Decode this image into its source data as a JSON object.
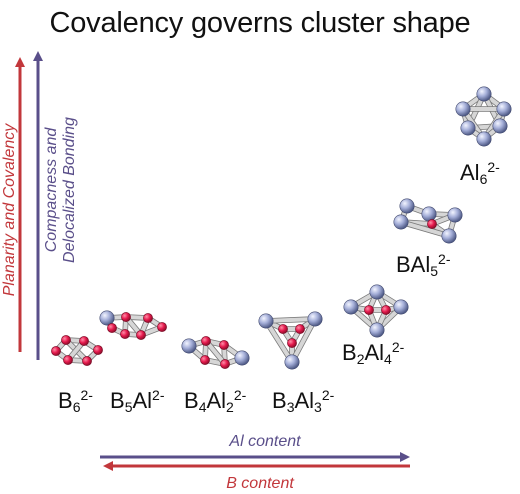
{
  "title": "Covalency governs cluster shape",
  "colors": {
    "red": "#c2373b",
    "blue": "#5a4f8a",
    "boron": "#e5194d",
    "aluminum": "#9aa5d0",
    "bond": "#c9c9c9"
  },
  "vertical_arrows": {
    "red_label": "Planarity and Covalency",
    "blue_label_line1": "Compacness and",
    "blue_label_line2": "Delocalized Bonding"
  },
  "horizontal_arrows": {
    "al_content": "Al content",
    "b_content": "B content"
  },
  "clusters": [
    {
      "id": "B6",
      "parts": [
        [
          "B",
          "base"
        ],
        [
          "6",
          "sub"
        ],
        [
          "2-",
          "sup"
        ]
      ]
    },
    {
      "id": "B5Al",
      "parts": [
        [
          "B",
          "base"
        ],
        [
          "5",
          "sub"
        ],
        [
          "Al",
          "base"
        ],
        [
          "2-",
          "sup"
        ]
      ]
    },
    {
      "id": "B4Al2",
      "parts": [
        [
          "B",
          "base"
        ],
        [
          "4",
          "sub"
        ],
        [
          "Al",
          "base"
        ],
        [
          "2",
          "sub"
        ],
        [
          "2-",
          "sup"
        ]
      ]
    },
    {
      "id": "B3Al3",
      "parts": [
        [
          "B",
          "base"
        ],
        [
          "3",
          "sub"
        ],
        [
          "Al",
          "base"
        ],
        [
          "3",
          "sub"
        ],
        [
          "2-",
          "sup"
        ]
      ]
    },
    {
      "id": "B2Al4",
      "parts": [
        [
          "B",
          "base"
        ],
        [
          "2",
          "sub"
        ],
        [
          "Al",
          "base"
        ],
        [
          "4",
          "sub"
        ],
        [
          "2-",
          "sup"
        ]
      ]
    },
    {
      "id": "BAl5",
      "parts": [
        [
          "BAl",
          "base"
        ],
        [
          "5",
          "sub"
        ],
        [
          "2-",
          "sup"
        ]
      ]
    },
    {
      "id": "Al6",
      "parts": [
        [
          "Al",
          "base"
        ],
        [
          "6",
          "sub"
        ],
        [
          "2-",
          "sup"
        ]
      ]
    }
  ]
}
